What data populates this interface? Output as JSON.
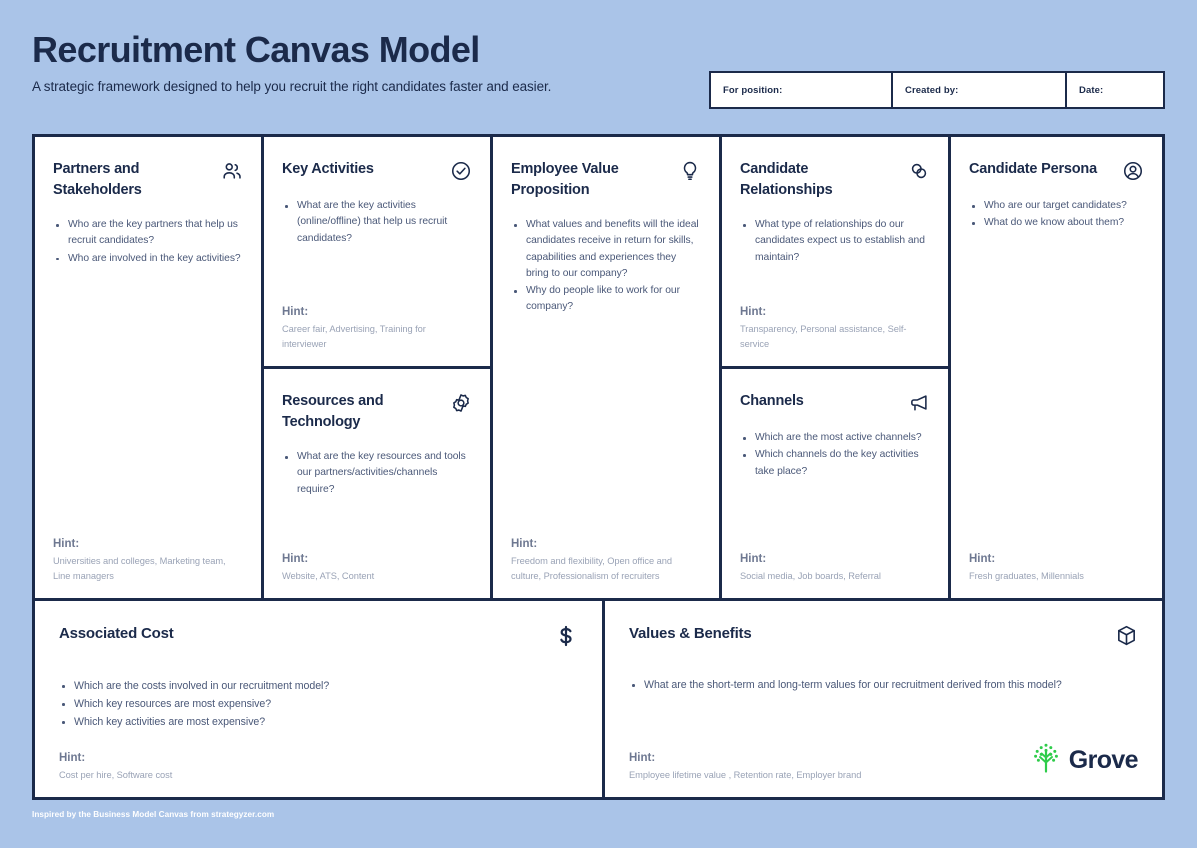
{
  "header": {
    "title": "Recruitment Canvas Model",
    "subtitle": "A strategic framework designed to help you recruit the right candidates faster and easier.",
    "meta_fields": [
      {
        "label": "For position:",
        "value": ""
      },
      {
        "label": "Created by:",
        "value": ""
      },
      {
        "label": "Date:",
        "value": ""
      }
    ]
  },
  "colors": {
    "background": "#aac4e8",
    "navy": "#1b2a4a",
    "body_text": "#4a5878",
    "hint_label": "#6e7891",
    "hint_text": "#9aa3b6",
    "card": "#ffffff",
    "grove_green": "#2ecc4a"
  },
  "hint_label": "Hint:",
  "cells": {
    "partners": {
      "title": "Partners and Stakeholders",
      "icon": "users-icon",
      "bullets": [
        "Who are the key partners that help us recruit candidates?",
        "Who are involved in the key activities?"
      ],
      "hint": "Universities and colleges, Marketing team, Line managers"
    },
    "key_activities": {
      "title": "Key Activities",
      "icon": "check-circle-icon",
      "bullets": [
        "What are the key activities (online/offline) that help us recruit candidates?"
      ],
      "hint": "Career fair, Advertising, Training for interviewer"
    },
    "resources": {
      "title": "Resources and Technology",
      "icon": "gear-icon",
      "bullets": [
        "What are the key resources and tools our partners/activities/channels require?"
      ],
      "hint": "Website, ATS, Content"
    },
    "evp": {
      "title": "Employee Value Proposition",
      "icon": "lightbulb-icon",
      "bullets": [
        "What values and benefits will the ideal candidates receive in return for skills, capabilities and experiences they bring to our company?",
        "Why do people like to work for our company?"
      ],
      "hint": "Freedom and flexibility, Open office and culture, Professionalism of recruiters"
    },
    "relationships": {
      "title": "Candidate Relationships",
      "icon": "linked-circles-icon",
      "bullets": [
        "What type of relationships do our candidates expect us to establish and maintain?"
      ],
      "hint": "Transparency, Personal assistance, Self-service"
    },
    "channels": {
      "title": "Channels",
      "icon": "megaphone-icon",
      "bullets": [
        "Which are the most active channels?",
        "Which channels do the key activities take place?"
      ],
      "hint": "Social media, Job boards, Referral"
    },
    "persona": {
      "title": "Candidate Persona",
      "icon": "user-circle-icon",
      "bullets": [
        "Who are our target candidates?",
        "What do we know about them?"
      ],
      "hint": "Fresh graduates, Millennials"
    },
    "cost": {
      "title": "Associated Cost",
      "icon": "dollar-icon",
      "bullets": [
        "Which are the costs involved in our recruitment model?",
        "Which key resources are most expensive?",
        "Which key activities are most expensive?"
      ],
      "hint": "Cost per hire, Software cost"
    },
    "values": {
      "title": "Values & Benefits",
      "icon": "package-box-icon",
      "bullets": [
        "What are the short-term and long-term values for our recruitment derived from this model?"
      ],
      "hint": "Employee lifetime value , Retention rate, Employer brand"
    }
  },
  "brand": {
    "name": "Grove",
    "logo_icon": "grove-tree-icon"
  },
  "footer": {
    "text": "Inspired by the Business Model Canvas from strategyzer.com"
  }
}
